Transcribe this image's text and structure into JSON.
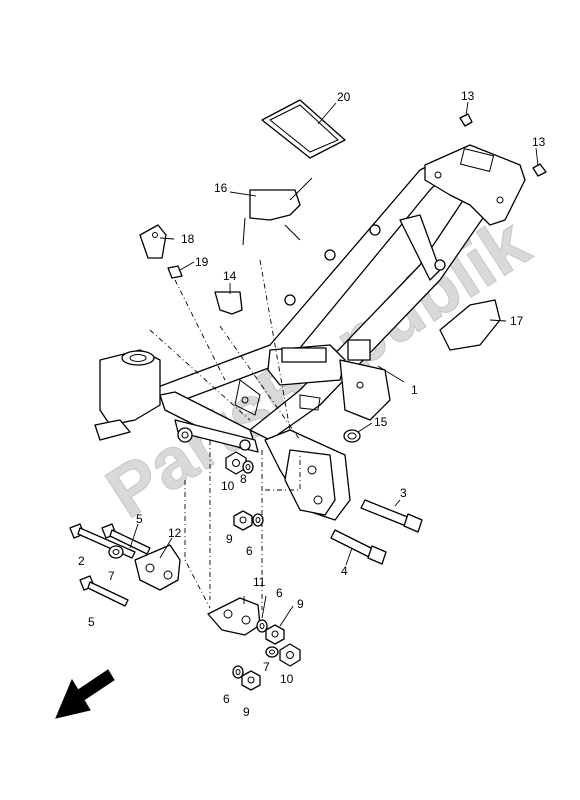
{
  "watermark": {
    "text": "PartsRepublik"
  },
  "callouts": [
    {
      "id": "c20",
      "label": "20",
      "part": "seat-pad"
    },
    {
      "id": "c13a",
      "label": "13",
      "part": "clip-left"
    },
    {
      "id": "c13b",
      "label": "13",
      "part": "clip-right"
    },
    {
      "id": "c16",
      "label": "16",
      "part": "upper-bracket"
    },
    {
      "id": "c18",
      "label": "18",
      "part": "small-bracket"
    },
    {
      "id": "c19",
      "label": "19",
      "part": "bracket-bolt"
    },
    {
      "id": "c14",
      "label": "14",
      "part": "clamp"
    },
    {
      "id": "c17",
      "label": "17",
      "part": "side-cover"
    },
    {
      "id": "c1",
      "label": "1",
      "part": "main-frame"
    },
    {
      "id": "c15",
      "label": "15",
      "part": "ring"
    },
    {
      "id": "c3",
      "label": "3",
      "part": "long-bolt-upper"
    },
    {
      "id": "c4",
      "label": "4",
      "part": "long-bolt-lower"
    },
    {
      "id": "c10a",
      "label": "10",
      "part": "nut"
    },
    {
      "id": "c8",
      "label": "8",
      "part": "washer"
    },
    {
      "id": "c9a",
      "label": "9",
      "part": "nut"
    },
    {
      "id": "c6a",
      "label": "6",
      "part": "washer"
    },
    {
      "id": "c5a",
      "label": "5",
      "part": "bolt"
    },
    {
      "id": "c12",
      "label": "12",
      "part": "engine-bracket-left"
    },
    {
      "id": "c2",
      "label": "2",
      "part": "bolt"
    },
    {
      "id": "c7a",
      "label": "7",
      "part": "collar"
    },
    {
      "id": "c5b",
      "label": "5",
      "part": "bolt"
    },
    {
      "id": "c11",
      "label": "11",
      "part": "engine-bracket-right"
    },
    {
      "id": "c6b",
      "label": "6",
      "part": "washer"
    },
    {
      "id": "c9b",
      "label": "9",
      "part": "nut"
    },
    {
      "id": "c7b",
      "label": "7",
      "part": "collar"
    },
    {
      "id": "c10b",
      "label": "10",
      "part": "nut"
    },
    {
      "id": "c6c",
      "label": "6",
      "part": "washer"
    },
    {
      "id": "c9c",
      "label": "9",
      "part": "nut"
    }
  ],
  "icons": {
    "direction_arrow": "arrow-front-icon"
  }
}
